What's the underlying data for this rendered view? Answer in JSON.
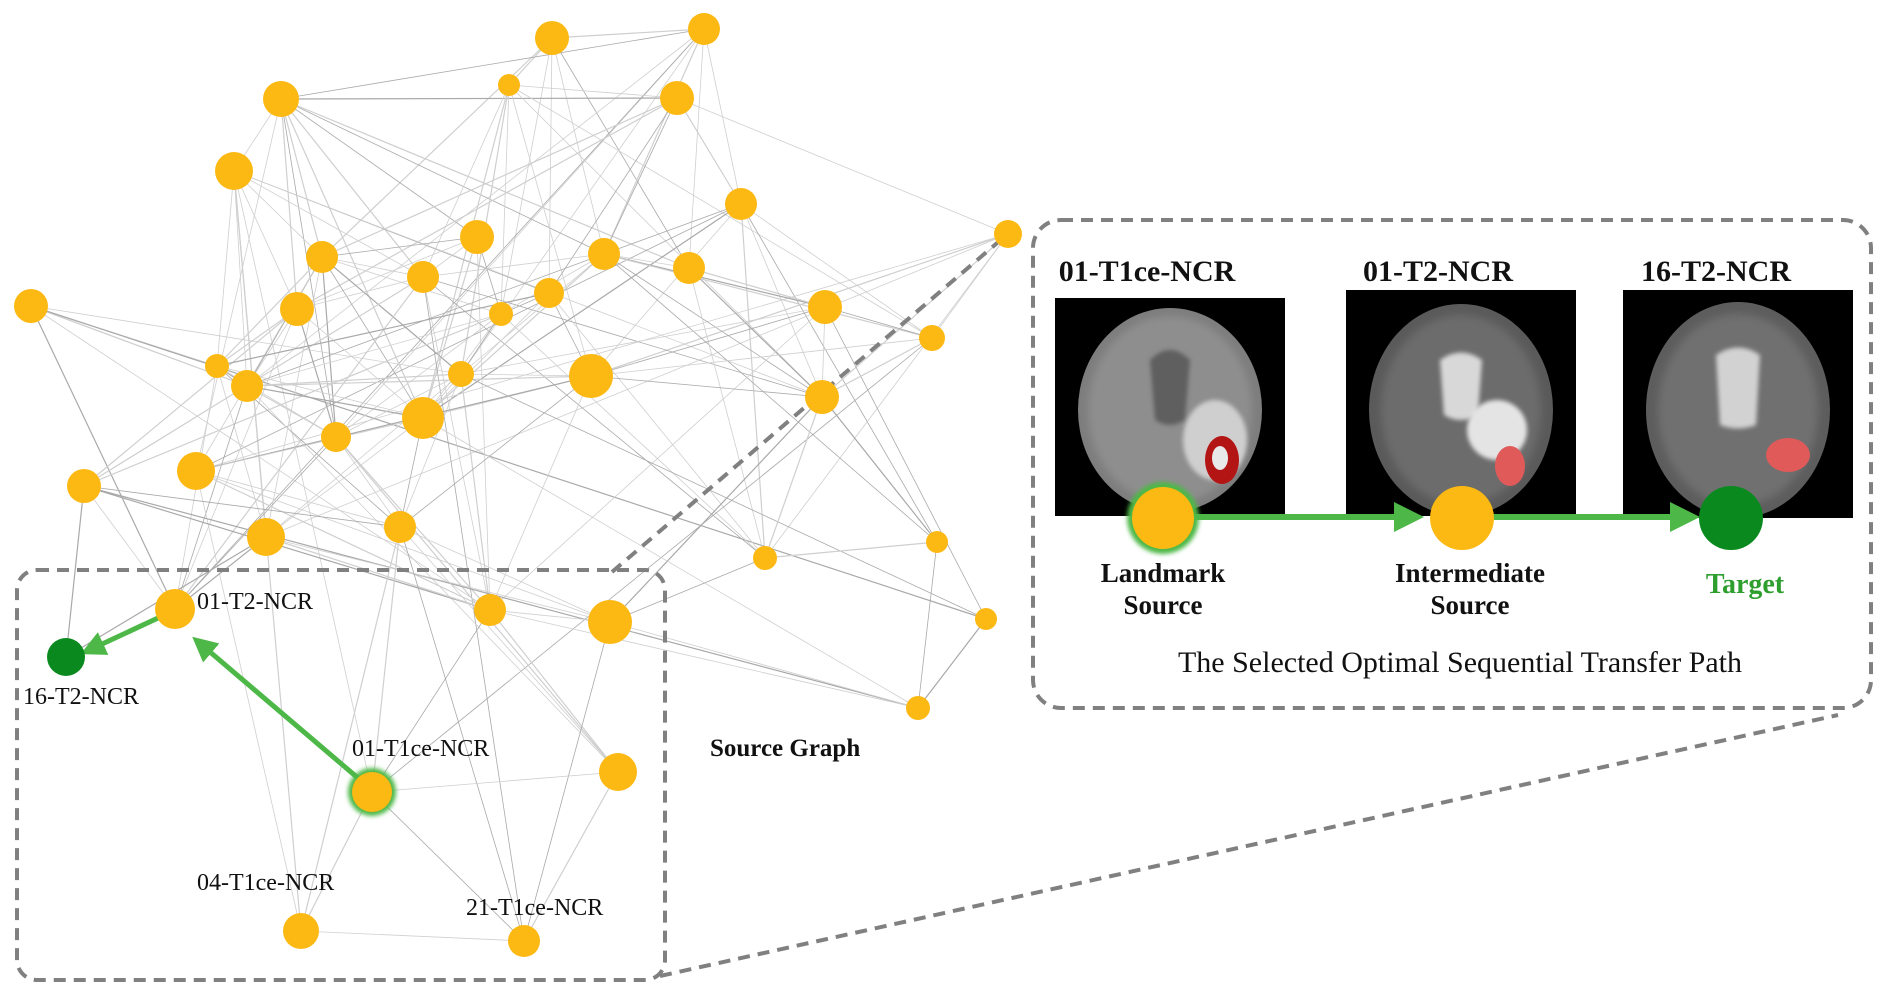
{
  "graph": {
    "title": "Source Graph",
    "node_labels": {
      "t2_01": "01-T2-NCR",
      "target_16": "16-T2-NCR",
      "t1ce_01": "01-T1ce-NCR",
      "t1ce_04": "04-T1ce-NCR",
      "t1ce_21": "21-T1ce-NCR"
    }
  },
  "panel": {
    "images": [
      {
        "title": "01-T1ce-NCR"
      },
      {
        "title": "01-T2-NCR"
      },
      {
        "title": "16-T2-NCR"
      }
    ],
    "roles": {
      "landmark_line1": "Landmark",
      "landmark_line2": "Source",
      "intermediate_line1": "Intermediate",
      "intermediate_line2": "Source",
      "target": "Target"
    },
    "caption": "The Selected Optimal Sequential Transfer Path"
  },
  "colors": {
    "node": "#FDB913",
    "target": "#0A8A1E",
    "path_arrow": "#4DB847",
    "dashed_border": "#808080"
  }
}
